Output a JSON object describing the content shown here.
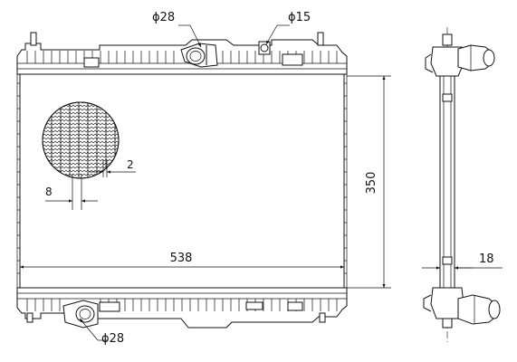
{
  "dimensions": {
    "top_inlet": "ϕ28",
    "top_cap": "ϕ15",
    "bottom_outlet": "ϕ28",
    "core_width": "538",
    "core_height": "350",
    "core_depth": "18",
    "fin_pitch": "8",
    "tube_gap": "2"
  }
}
